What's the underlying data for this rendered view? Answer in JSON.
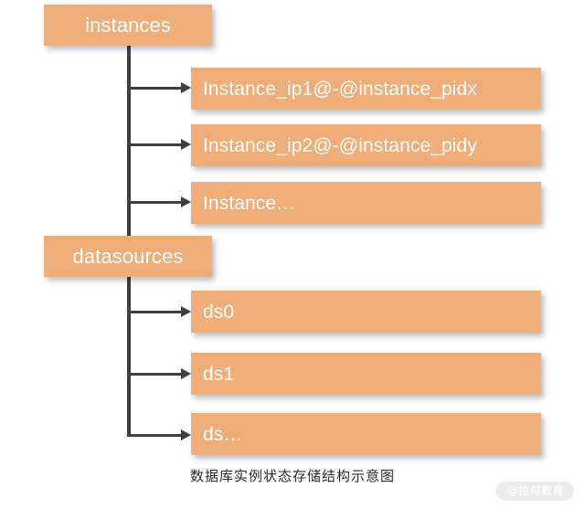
{
  "diagram": {
    "caption": "数据库实例状态存储结构示意图",
    "watermark": "@拉勾教育",
    "colors": {
      "node_fill": "#efae79",
      "node_text": "#ffffff",
      "connector": "#3f3f3f",
      "background": "#ffffff",
      "caption_text": "#2b2b2b",
      "watermark_pill": "#ececec"
    },
    "groups": [
      {
        "root_label": "instances",
        "children": [
          {
            "label": "Instance_ip1@-@instance_pidx"
          },
          {
            "label": "Instance_ip2@-@instance_pidy"
          },
          {
            "label": "Instance…"
          }
        ]
      },
      {
        "root_label": "datasources",
        "children": [
          {
            "label": "ds0"
          },
          {
            "label": "ds1"
          },
          {
            "label": "ds…"
          }
        ]
      }
    ]
  }
}
